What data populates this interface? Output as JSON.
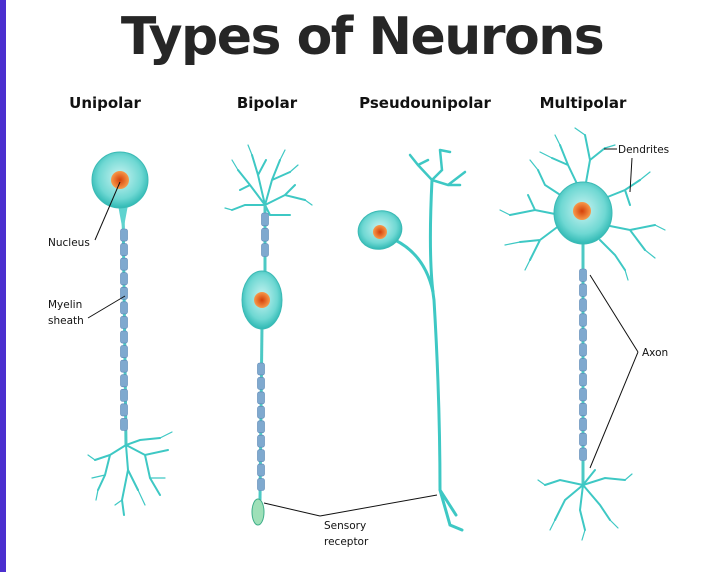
{
  "title": "Types of Neurons",
  "types": [
    {
      "name": "Unipolar"
    },
    {
      "name": "Bipolar"
    },
    {
      "name": "Pseudounipolar"
    },
    {
      "name": "Multipolar"
    }
  ],
  "labels": {
    "nucleus": "Nucleus",
    "myelin_line1": "Myelin",
    "myelin_line2": "sheath",
    "dendrites": "Dendrites",
    "axon": "Axon",
    "sensory_line1": "Sensory",
    "sensory_line2": "receptor"
  },
  "colors": {
    "accent_bar": "#4b2fcf",
    "cell": "#5ed3cf",
    "nucleus": "#f26a1b",
    "myelin": "#7fa9cf"
  }
}
